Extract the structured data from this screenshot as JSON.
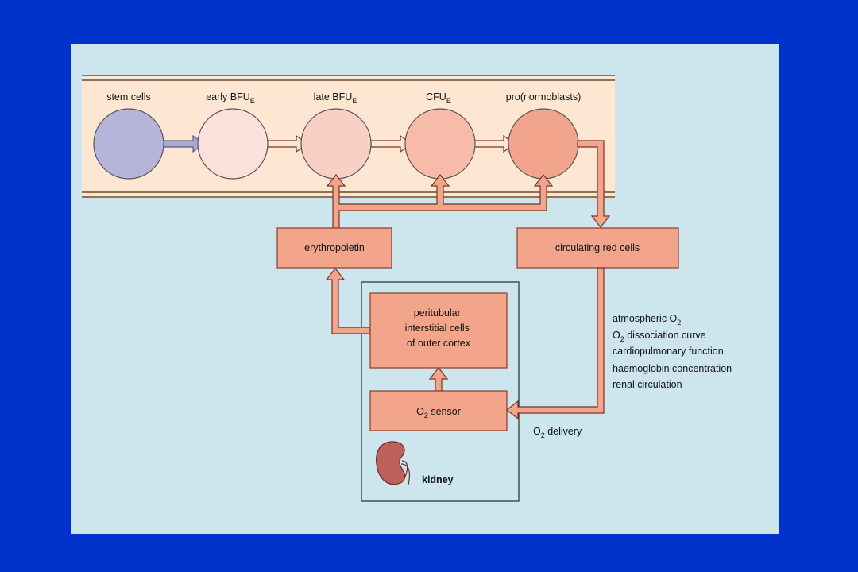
{
  "colors": {
    "background": "#0033cc",
    "panel": "#cde6ee",
    "band": "#fde7d2",
    "box": "#f2a58a",
    "stem_cell": "#b7b4dc"
  },
  "stages": [
    {
      "label": "stem cells",
      "sub": ""
    },
    {
      "label": "early BFU",
      "sub": "E"
    },
    {
      "label": "late BFU",
      "sub": "E"
    },
    {
      "label": "CFU",
      "sub": "E"
    },
    {
      "label": "pro(normoblasts)",
      "sub": ""
    }
  ],
  "boxes": {
    "erythropoietin": "erythropoietin",
    "circulating_red_cells": "circulating red cells",
    "peritubular": [
      "peritubular",
      "interstitial cells",
      "of outer cortex"
    ],
    "o2_sensor": {
      "pre": "O",
      "sub": "2",
      "post": " sensor"
    }
  },
  "kidney_label": "kidney",
  "o2_delivery": {
    "pre": "O",
    "sub": "2",
    "post": " delivery"
  },
  "factors": [
    {
      "pre": "atmospheric O",
      "sub": "2",
      "post": ""
    },
    {
      "pre": "O",
      "sub": "2",
      "post": " dissociation curve"
    },
    {
      "pre": "cardiopulmonary function",
      "sub": "",
      "post": ""
    },
    {
      "pre": "haemoglobin concentration",
      "sub": "",
      "post": ""
    },
    {
      "pre": "renal circulation",
      "sub": "",
      "post": ""
    }
  ]
}
